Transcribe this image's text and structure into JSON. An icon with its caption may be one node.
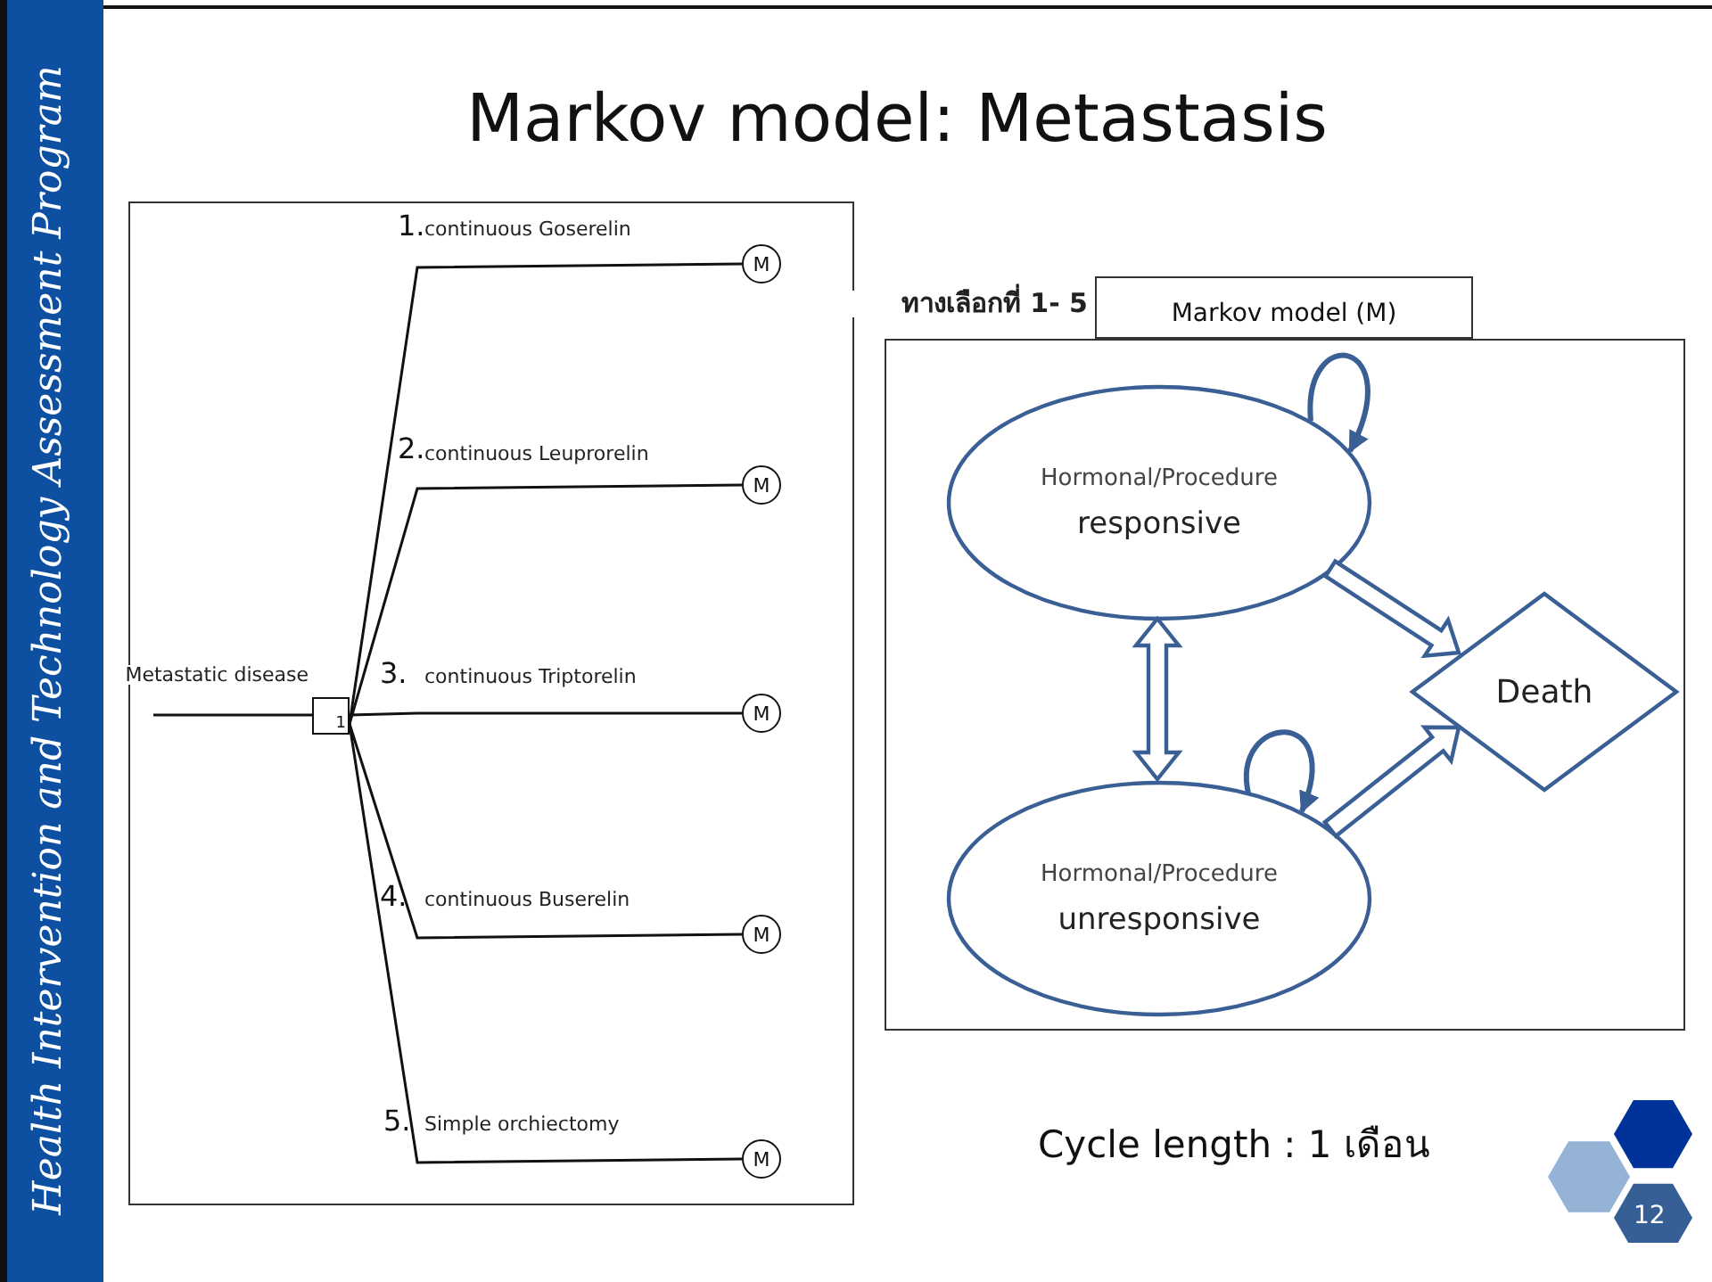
{
  "diagram": {
    "title": "Markov model: Metastasis",
    "nodes": [
      {
        "text": [
          "1"
        ],
        "beside": [
          "Metastatic disease"
        ]
      },
      {
        "text": [
          "M"
        ]
      },
      {
        "text": [
          "M"
        ]
      },
      {
        "text": [
          "M"
        ]
      },
      {
        "text": [
          "M"
        ]
      },
      {
        "text": [
          "M"
        ]
      },
      {
        "text": [
          "Markov model (M)"
        ],
        "beside": [
          "ทางเลือกที่ 1- 5"
        ]
      },
      {
        "text": [],
        "shape": "box"
      },
      {
        "text": [
          "Hormonal/Procedure",
          "responsive"
        ],
        "in": 7
      },
      {
        "text": [
          "Hormonal/Procedure",
          "unresponsive"
        ],
        "in": 7
      },
      {
        "text": [
          "Death"
        ],
        "in": 7
      }
    ],
    "edges": [
      {
        "from": null,
        "to": 0,
        "arrow": "none"
      },
      {
        "from": 0,
        "to": 1,
        "arrow": "none",
        "label": "continuous Goserelin"
      },
      {
        "from": 0,
        "to": 2,
        "arrow": "none",
        "label": "continuous Leuprorelin"
      },
      {
        "from": 0,
        "to": 3,
        "arrow": "none",
        "label": "continuous Triptorelin"
      },
      {
        "from": 0,
        "to": 4,
        "arrow": "none",
        "label": "continuous Buserelin"
      },
      {
        "from": 0,
        "to": 5,
        "arrow": "none",
        "label": "Simple orchiectomy"
      },
      {
        "from": 8,
        "to": 8,
        "arrow": "to",
        "style": "thick",
        "color": "#3a5f95"
      },
      {
        "from": 8,
        "to": 9,
        "arrow": "both",
        "color": "#3a5f95"
      },
      {
        "from": 8,
        "to": 10,
        "arrow": "to",
        "color": "#3a5f95"
      },
      {
        "from": 9,
        "to": 9,
        "arrow": "to",
        "style": "thick",
        "color": "#3a5f95"
      },
      {
        "from": 9,
        "to": 10,
        "arrow": "to",
        "color": "#3a5f95"
      }
    ],
    "labels": [
      "Health Intervention and Technology Assessment Program",
      "1.",
      "2.",
      "3.",
      "4.",
      "5.",
      "Cycle length : 1 เดือน",
      "12"
    ]
  }
}
